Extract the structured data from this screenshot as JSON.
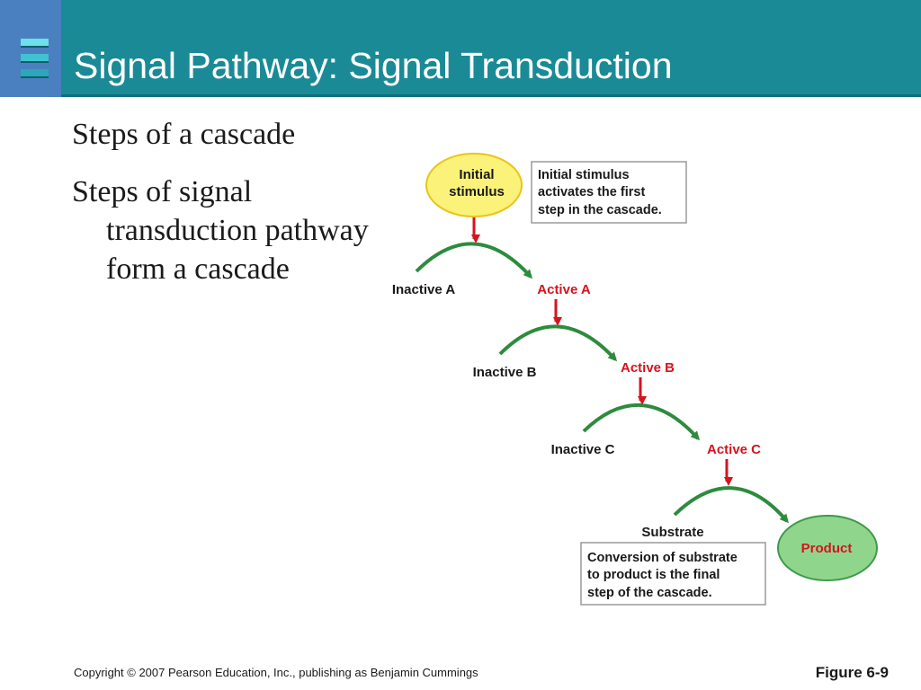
{
  "slide": {
    "title": "Signal Pathway: Signal Transduction",
    "bullets": [
      "Steps of a cascade",
      "Steps of signal transduction pathway form a cascade"
    ]
  },
  "diagram": {
    "stimulus": {
      "line1": "Initial",
      "line2": "stimulus"
    },
    "stimulus_note": [
      "Initial stimulus",
      "activates the first",
      "step in the cascade."
    ],
    "steps": [
      {
        "inactive": "Inactive A",
        "active": "Active A"
      },
      {
        "inactive": "Inactive B",
        "active": "Active B"
      },
      {
        "inactive": "Inactive C",
        "active": "Active C"
      }
    ],
    "substrate": "Substrate",
    "product": "Product",
    "final_note": [
      "Conversion of substrate",
      "to product is the final",
      "step of the cascade."
    ],
    "colors": {
      "stimulus_fill": "#fbf27a",
      "stimulus_stroke": "#e8c51a",
      "product_fill": "#8fd68c",
      "product_stroke": "#3d9a4a",
      "arc": "#2e8b3d",
      "arrow": "#d4141f",
      "active_text": "#d4141f"
    }
  },
  "footer": {
    "copyright": "Copyright © 2007 Pearson Education, Inc., publishing as Benjamin Cummings",
    "figure": "Figure 6-9"
  }
}
